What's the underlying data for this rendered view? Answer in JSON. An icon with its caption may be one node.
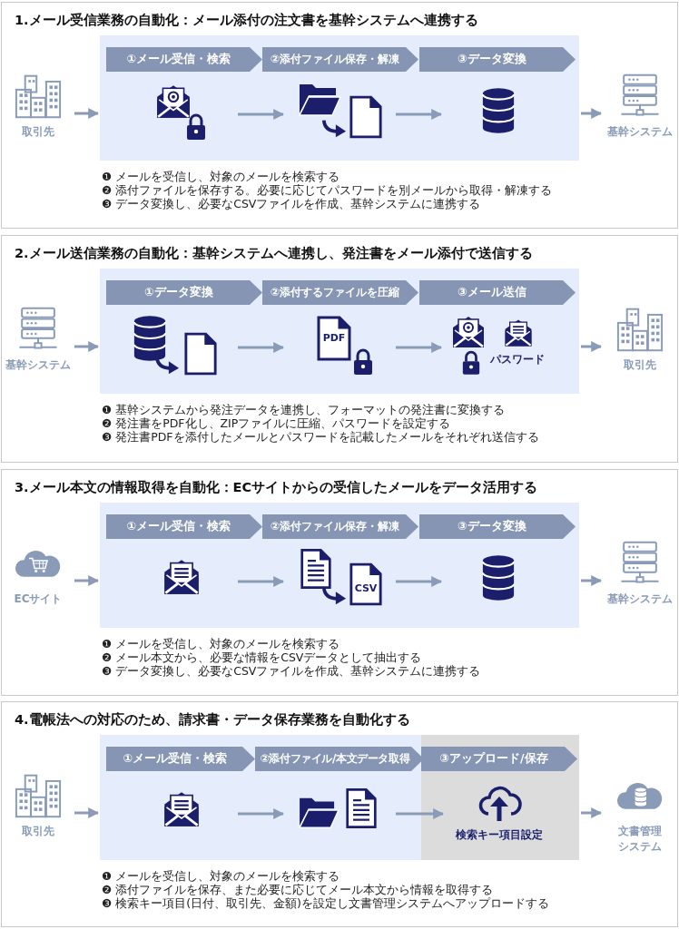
{
  "diagram": {
    "nodes": [
      {
        "text": [
          "1.メール受信業務の自動化：メール添付の注文書を基幹システムへ連携する",
          "❶ メールを受信し、対象のメールを検索する",
          "❷ 添付ファイルを保存する。必要に応じてパスワードを別メールから取得・解凍する",
          "❸ データ変換し、必要なCSVファイルを作成、基幹システムに連携する"
        ]
      },
      {
        "text": [
          "取引先"
        ],
        "in": 0
      },
      {
        "text": [],
        "shape": "box",
        "in": 0
      },
      {
        "text": [
          "①メール受信・検索"
        ],
        "in": 2
      },
      {
        "text": [
          "②添付ファイル保存・解凍"
        ],
        "in": 2
      },
      {
        "text": [
          "③データ変換"
        ],
        "in": 2
      },
      {
        "text": [],
        "shape": "picture",
        "in": 2
      },
      {
        "text": [],
        "shape": "picture",
        "in": 2
      },
      {
        "text": [],
        "shape": "picture",
        "in": 2
      },
      {
        "text": [
          "基幹システム"
        ],
        "in": 0
      },
      {
        "text": [
          "2.メール送信業務の自動化：基幹システムへ連携し、発注書をメール添付で送信する",
          "❶ 基幹システムから発注データを連携し、フォーマットの発注書に変換する",
          "❷ 発注書をPDF化し、ZIPファイルに圧縮、パスワードを設定する",
          "❸ 発注書PDFを添付したメールとパスワードを記載したメールをそれぞれ送信する"
        ]
      },
      {
        "text": [
          "基幹システム"
        ],
        "in": 10
      },
      {
        "text": [],
        "shape": "box",
        "in": 10
      },
      {
        "text": [
          "①データ変換"
        ],
        "in": 12
      },
      {
        "text": [
          "②添付するファイルを圧縮"
        ],
        "in": 12
      },
      {
        "text": [
          "③メール送信"
        ],
        "in": 12
      },
      {
        "text": [],
        "shape": "picture",
        "in": 12
      },
      {
        "text": [
          "PDF"
        ],
        "in": 12
      },
      {
        "text": [
          "パスワード"
        ],
        "in": 12
      },
      {
        "text": [
          "取引先"
        ],
        "in": 10
      },
      {
        "text": [
          "3.メール本文の情報取得を自動化：ECサイトからの受信したメールをデータ活用する",
          "❶ メールを受信し、対象のメールを検索する",
          "❷ メール本文から、必要な情報をCSVデータとして抽出する",
          "❸ データ変換し、必要なCSVファイルを作成、基幹システムに連携する"
        ]
      },
      {
        "text": [
          "ECサイト"
        ],
        "in": 20
      },
      {
        "text": [],
        "shape": "box",
        "in": 20
      },
      {
        "text": [
          "①メール受信・検索"
        ],
        "in": 22
      },
      {
        "text": [
          "②添付ファイル保存・解凍"
        ],
        "in": 22
      },
      {
        "text": [
          "③データ変換"
        ],
        "in": 22
      },
      {
        "text": [],
        "shape": "picture",
        "in": 22
      },
      {
        "text": [
          "CSV"
        ],
        "in": 22
      },
      {
        "text": [],
        "shape": "picture",
        "in": 22
      },
      {
        "text": [
          "基幹システム"
        ],
        "in": 20
      },
      {
        "text": [
          "4.電帳法への対応のため、請求書・データ保存業務を自動化する",
          "❶ メールを受信し、対象のメールを検索する",
          "❷ 添付ファイルを保存、また必要に応じてメール本文から情報を取得する",
          "❸ 検索キー項目(日付、取引先、金額)を設定し文書管理システムへアップロードする"
        ]
      },
      {
        "text": [
          "取引先"
        ],
        "in": 30
      },
      {
        "text": [],
        "shape": "box",
        "in": 30
      },
      {
        "text": [
          "①メール受信・検索"
        ],
        "in": 32
      },
      {
        "text": [
          "②添付ファイル/本文データ取得"
        ],
        "in": 32
      },
      {
        "text": [],
        "shape": "box",
        "in": 32
      },
      {
        "text": [
          "③アップロード/保存"
        ],
        "in": 35
      },
      {
        "text": [],
        "shape": "picture",
        "in": 32
      },
      {
        "text": [],
        "shape": "picture",
        "in": 32
      },
      {
        "text": [
          "検索キー項目設定"
        ],
        "in": 35
      },
      {
        "text": [
          "文書管理システム"
        ],
        "in": 30
      }
    ],
    "edges": [
      {
        "from": 1,
        "to": 2,
        "arrow": "to"
      },
      {
        "from": 6,
        "to": 7,
        "arrow": "to"
      },
      {
        "from": 7,
        "to": 8,
        "arrow": "to"
      },
      {
        "from": 2,
        "to": 9,
        "arrow": "to"
      },
      {
        "from": 11,
        "to": 12,
        "arrow": "to"
      },
      {
        "from": 16,
        "to": 17,
        "arrow": "to"
      },
      {
        "from": 17,
        "to": 18,
        "arrow": "to"
      },
      {
        "from": 12,
        "to": 19,
        "arrow": "to"
      },
      {
        "from": 21,
        "to": 22,
        "arrow": "to"
      },
      {
        "from": 26,
        "to": 27,
        "arrow": "to"
      },
      {
        "from": 27,
        "to": 28,
        "arrow": "to"
      },
      {
        "from": 22,
        "to": 29,
        "arrow": "to"
      },
      {
        "from": 31,
        "to": 32,
        "arrow": "to"
      },
      {
        "from": 37,
        "to": 38,
        "arrow": "to"
      },
      {
        "from": 38,
        "to": 39,
        "arrow": "to"
      },
      {
        "from": 32,
        "to": 40,
        "arrow": "to"
      }
    ]
  }
}
